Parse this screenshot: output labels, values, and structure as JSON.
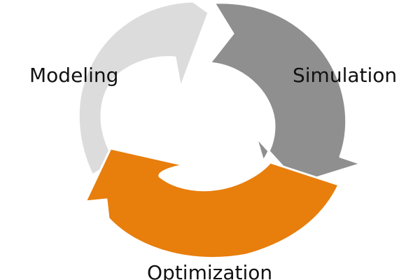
{
  "diagram": {
    "stages": [
      {
        "label": "Modeling",
        "color": "#dcdcdc",
        "edge": "#ffffff"
      },
      {
        "label": "Simulation",
        "color": "#8f8f8f",
        "edge": "#ffffff"
      },
      {
        "label": "Optimization",
        "color": "#e87e0c",
        "edge": "#ffffff"
      }
    ]
  }
}
